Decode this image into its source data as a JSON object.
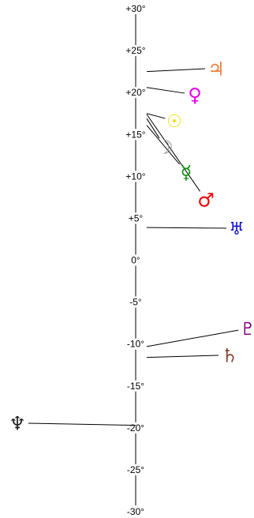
{
  "axis": {
    "range": [
      -30,
      30
    ],
    "step": 5,
    "tick_labels": [
      "+30°",
      "+25°",
      "+20°",
      "+15°",
      "+10°",
      "+5°",
      "0°",
      "-5°",
      "-10°",
      "-15°",
      "-20°",
      "-25°",
      "-30°"
    ]
  },
  "bodies": [
    {
      "name": "jupiter",
      "glyph": "♃",
      "color": "#f08040",
      "declination": 22.5,
      "side": "right"
    },
    {
      "name": "venus",
      "glyph": "♀",
      "color": "#ee00ee",
      "declination": 20.6,
      "side": "right"
    },
    {
      "name": "sun",
      "glyph": "☉",
      "color": "#f0e000",
      "declination": 17.5,
      "side": "right"
    },
    {
      "name": "moon",
      "glyph": "☽",
      "color": "#888888",
      "declination": 16.9,
      "side": "right"
    },
    {
      "name": "mercury",
      "glyph": "☿",
      "color": "#109010",
      "declination": 16.1,
      "side": "right"
    },
    {
      "name": "mars",
      "glyph": "♂",
      "color": "#ee0000",
      "declination": 17.4,
      "side": "right"
    },
    {
      "name": "uranus",
      "glyph": "♅",
      "color": "#1010d0",
      "declination": 3.9,
      "side": "right"
    },
    {
      "name": "pluto",
      "glyph": "♇",
      "color": "#800080",
      "declination": -10.3,
      "side": "right"
    },
    {
      "name": "saturn",
      "glyph": "♄",
      "color": "#884433",
      "declination": -11.6,
      "side": "right"
    },
    {
      "name": "neptune",
      "glyph": "♆",
      "color": "#222222",
      "declination": -19.7,
      "side": "left"
    }
  ]
}
